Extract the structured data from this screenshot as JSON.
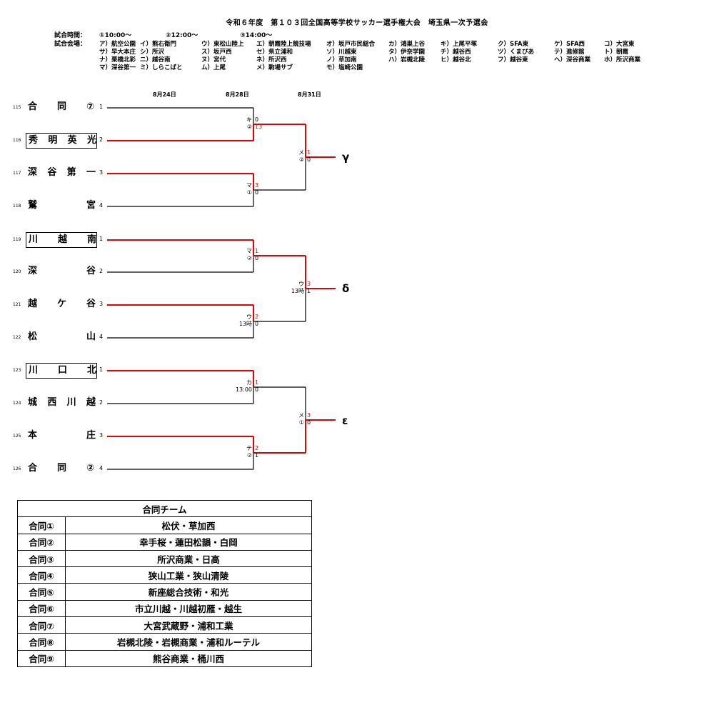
{
  "title": "令和６年度　第１０３回全国高等学校サッカー選手権大会　埼玉県一次予選会",
  "schedule": {
    "label": "試合時間：",
    "times": [
      "①10:00～",
      "②12:00～",
      "③14:00～"
    ]
  },
  "venues": {
    "label": "試合会場：",
    "rows": [
      [
        "ア）航空公園",
        "イ）熊右衛門",
        "ウ）東松山陸上",
        "エ）朝霞陸上競技場",
        "オ）坂戸市民総合",
        "カ）鴻巣上谷",
        "キ）上尾平塚",
        "ク）SFA東",
        "ケ）SFA西",
        "コ）大宮東"
      ],
      [
        "サ）早大本庄",
        "シ）所沢",
        "ス）坂戸西",
        "セ）県立浦和",
        "ソ）川越東",
        "タ）伊奈学園",
        "チ）越谷西",
        "ツ）くまぴあ",
        "テ）進修館",
        "ト）朝霞"
      ],
      [
        "ナ）栗橋北彩",
        "ニ）越谷南",
        "ヌ）宮代",
        "ネ）所沢西",
        "ノ）草加南",
        "ハ）岩槻北陵",
        "ヒ）越谷北",
        "フ）越谷東",
        "ヘ）深谷商業",
        "ホ）所沢商業"
      ],
      [
        "マ）深谷第一",
        "ミ）しらこばと",
        "ム）上尾",
        "メ）駒場サブ",
        "モ）塩崎公園"
      ]
    ]
  },
  "dates": [
    "8月24日",
    "8月28日",
    "8月31日"
  ],
  "teams": [
    {
      "num": "115",
      "chars": [
        "合",
        "同",
        "⑦"
      ],
      "seed": "1",
      "boxed": false
    },
    {
      "num": "116",
      "chars": [
        "秀",
        "明",
        "英",
        "光"
      ],
      "seed": "2",
      "boxed": true
    },
    {
      "num": "117",
      "chars": [
        "深",
        "谷",
        "第",
        "一"
      ],
      "seed": "3",
      "boxed": false
    },
    {
      "num": "118",
      "chars": [
        "鷲",
        "宮"
      ],
      "seed": "4",
      "boxed": false
    },
    {
      "num": "119",
      "chars": [
        "川",
        "越",
        "南"
      ],
      "seed": "1",
      "boxed": true
    },
    {
      "num": "120",
      "chars": [
        "深",
        "谷"
      ],
      "seed": "2",
      "boxed": false
    },
    {
      "num": "121",
      "chars": [
        "越",
        "ケ",
        "谷"
      ],
      "seed": "3",
      "boxed": false
    },
    {
      "num": "122",
      "chars": [
        "松",
        "山"
      ],
      "seed": "4",
      "boxed": false
    },
    {
      "num": "123",
      "chars": [
        "川",
        "口",
        "北"
      ],
      "seed": "1",
      "boxed": true
    },
    {
      "num": "124",
      "chars": [
        "城",
        "西",
        "川",
        "越"
      ],
      "seed": "2",
      "boxed": false
    },
    {
      "num": "125",
      "chars": [
        "本",
        "庄"
      ],
      "seed": "3",
      "boxed": false
    },
    {
      "num": "126",
      "chars": [
        "合",
        "同",
        "②"
      ],
      "seed": "4",
      "boxed": false
    }
  ],
  "matches": [
    {
      "venue": "キ",
      "time": "②",
      "score_top": "0",
      "score_bot": "13"
    },
    {
      "venue": "マ",
      "time": "①",
      "score_top": "3",
      "score_bot": "0"
    },
    {
      "venue": "マ",
      "time": "②",
      "score_top": "1",
      "score_bot": "0"
    },
    {
      "venue": "ウ",
      "time": "13時",
      "score_top": "2",
      "score_bot": "0"
    },
    {
      "venue": "カ",
      "time": "13:00",
      "score_top": "1",
      "score_bot": "0"
    },
    {
      "venue": "テ",
      "time": "②",
      "score_top": "2",
      "score_bot": "1"
    },
    {
      "venue": "メ",
      "time": "②",
      "score_top": "1",
      "score_bot": "0"
    },
    {
      "venue": "ウ",
      "time": "13時",
      "score_top": "3",
      "score_bot": "1"
    },
    {
      "venue": "メ",
      "time": "①",
      "score_top": "3",
      "score_bot": "0"
    }
  ],
  "block_results": [
    "γ",
    "δ",
    "ε"
  ],
  "joint_table": {
    "header": "合同チーム",
    "rows": [
      {
        "label": "合同①",
        "schools": "松伏・草加西"
      },
      {
        "label": "合同②",
        "schools": "幸手桜・蓮田松韻・白岡"
      },
      {
        "label": "合同③",
        "schools": "所沢商業・日高"
      },
      {
        "label": "合同④",
        "schools": "狭山工業・狭山清陵"
      },
      {
        "label": "合同⑤",
        "schools": "新座総合技術・和光"
      },
      {
        "label": "合同⑥",
        "schools": "市立川越・川越初雁・越生"
      },
      {
        "label": "合同⑦",
        "schools": "大宮武蔵野・浦和工業"
      },
      {
        "label": "合同⑧",
        "schools": "岩槻北陵・岩槻商業・浦和ルーテル"
      },
      {
        "label": "合同⑨",
        "schools": "熊谷商業・桶川西"
      }
    ]
  },
  "colors": {
    "winner_line": "#e60000",
    "line": "#000000"
  }
}
